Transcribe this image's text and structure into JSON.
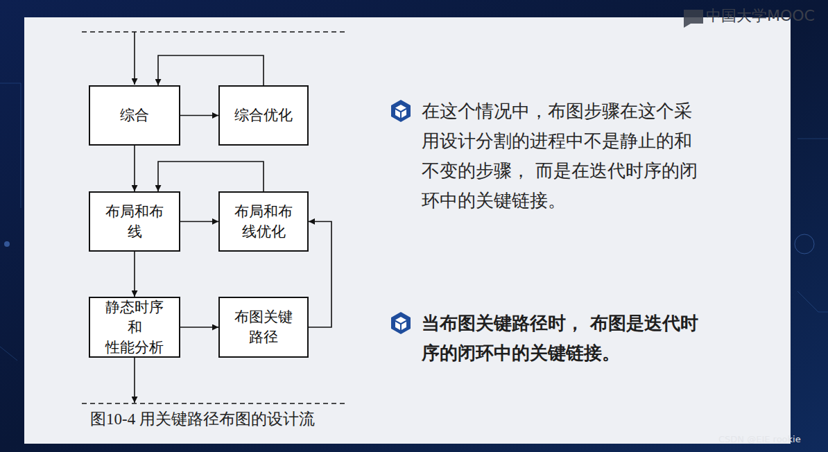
{
  "diagram": {
    "caption": "图10-4 用关键路径布图的设计流",
    "nodes": [
      {
        "text": [
          "综合"
        ]
      },
      {
        "text": [
          "综合优化"
        ]
      },
      {
        "text": [
          "布局和布 线"
        ]
      },
      {
        "text": [
          "布局和布 线优化"
        ]
      },
      {
        "text": [
          "静态时序 和 性能分析"
        ]
      },
      {
        "text": [
          "布图关键 路径"
        ]
      }
    ],
    "edges": [
      {
        "from": 0,
        "to": 1,
        "arrow": "to"
      },
      {
        "from": 1,
        "to": 0,
        "arrow": "to"
      },
      {
        "from": 0,
        "to": 2,
        "arrow": "to"
      },
      {
        "from": 2,
        "to": 3,
        "arrow": "to"
      },
      {
        "from": 3,
        "to": 2,
        "arrow": "to"
      },
      {
        "from": 2,
        "to": 4,
        "arrow": "to"
      },
      {
        "from": 4,
        "to": 5,
        "arrow": "to"
      },
      {
        "from": 5,
        "to": 3,
        "arrow": "to"
      }
    ],
    "labels": [
      "在这个情况中，布图步骤在这个采 用设计分割的进程中不是静止的和 不变的步骤， 而是在迭代时序的闭 环中的关键链接。",
      "当布图关键路径时， 布图是迭代时 序的闭环中的关键链接。",
      "中国大学MOOC",
      "CSDN @EIE rookie"
    ]
  }
}
